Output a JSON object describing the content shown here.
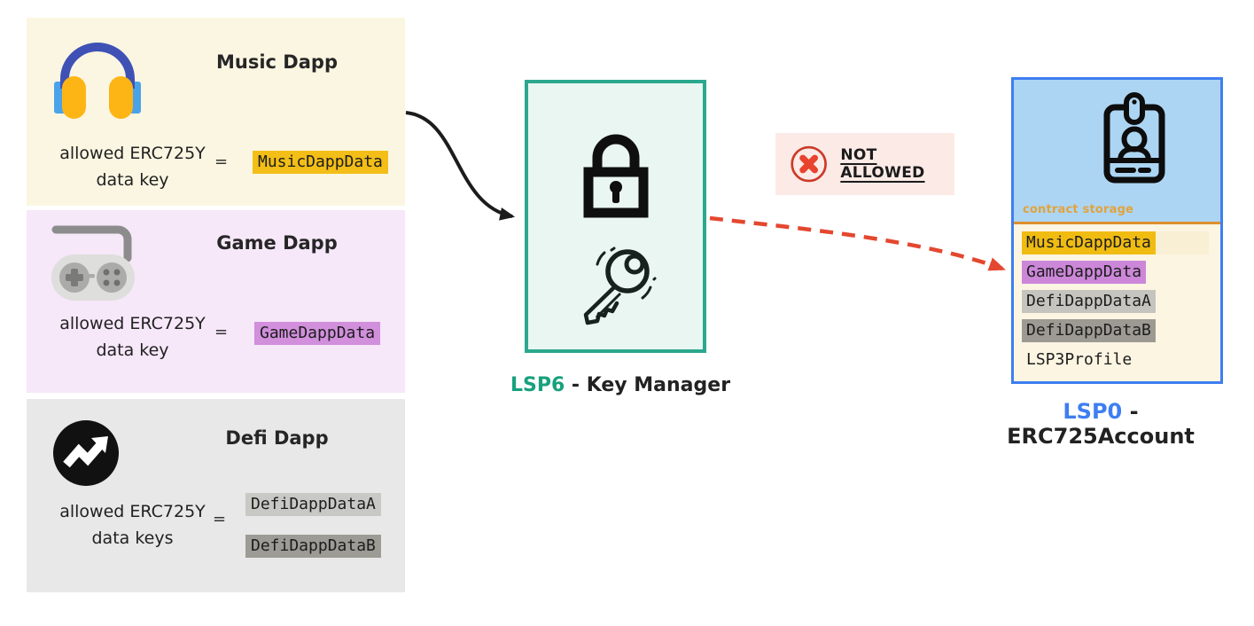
{
  "equals_sign": "=",
  "dapps": [
    {
      "title": "Music Dapp",
      "icon": "headphones-icon",
      "card_color": "#FBF6E2",
      "label_line1": "allowed ERC725Y",
      "label_line2": "data key",
      "keys": [
        {
          "text": "MusicDappData",
          "highlight_color": "#F2BE17"
        }
      ]
    },
    {
      "title": "Game Dapp",
      "icon": "gamepad-icon",
      "card_color": "#F6E7F9",
      "label_line1": "allowed ERC725Y",
      "label_line2": "data key",
      "keys": [
        {
          "text": "GameDappData",
          "highlight_color": "#D18FDC"
        }
      ]
    },
    {
      "title": "Defi Dapp",
      "icon": "trending-up-icon",
      "card_color": "#E8E8E8",
      "label_line1": "allowed ERC725Y",
      "label_line2": "data keys",
      "keys": [
        {
          "text": "DefiDappDataA",
          "highlight_color": "#C8C8C4"
        },
        {
          "text": "DefiDappDataB",
          "highlight_color": "#9D9B95"
        }
      ]
    }
  ],
  "key_manager": {
    "abbr": "LSP6",
    "rest": " - Key Manager",
    "abbr_color": "#17A17D",
    "border_color": "#2BA88E",
    "background_color": "#E9F6F1",
    "icons": [
      "lock-icon",
      "key-icon"
    ]
  },
  "not_allowed": {
    "label": "NOT ALLOWED",
    "icon": "x-circle-icon",
    "background_color": "#FBEAE6",
    "red_color": "#E8432E"
  },
  "account": {
    "abbr": "LSP0",
    "rest": " - ERC725Account",
    "abbr_color": "#3E7EF1",
    "border_color": "#3E7EF1",
    "header_background": "#ACD5F3",
    "storage_background": "#FCF5E2",
    "divider_color": "#DE8F2D",
    "storage_label": "contract storage",
    "storage_label_color": "#E2A33B",
    "icon": "id-badge-icon",
    "rows": [
      {
        "text": "MusicDappData",
        "highlight_color": "#F0BC12",
        "row_color": "#F9EFD4"
      },
      {
        "text": "GameDappData",
        "highlight_color": "#CC87D9"
      },
      {
        "text": "DefiDappDataA",
        "highlight_color": "#C5C4BF"
      },
      {
        "text": "DefiDappDataB",
        "highlight_color": "#9C9A93"
      },
      {
        "text": "LSP3Profile",
        "highlight_color": "transparent"
      }
    ]
  },
  "arrows": [
    {
      "name": "music-dapp-to-key-manager",
      "style": "solid",
      "color": "#1C1C1C"
    },
    {
      "name": "key-manager-to-account",
      "style": "dashed",
      "color": "#E4472F"
    }
  ]
}
